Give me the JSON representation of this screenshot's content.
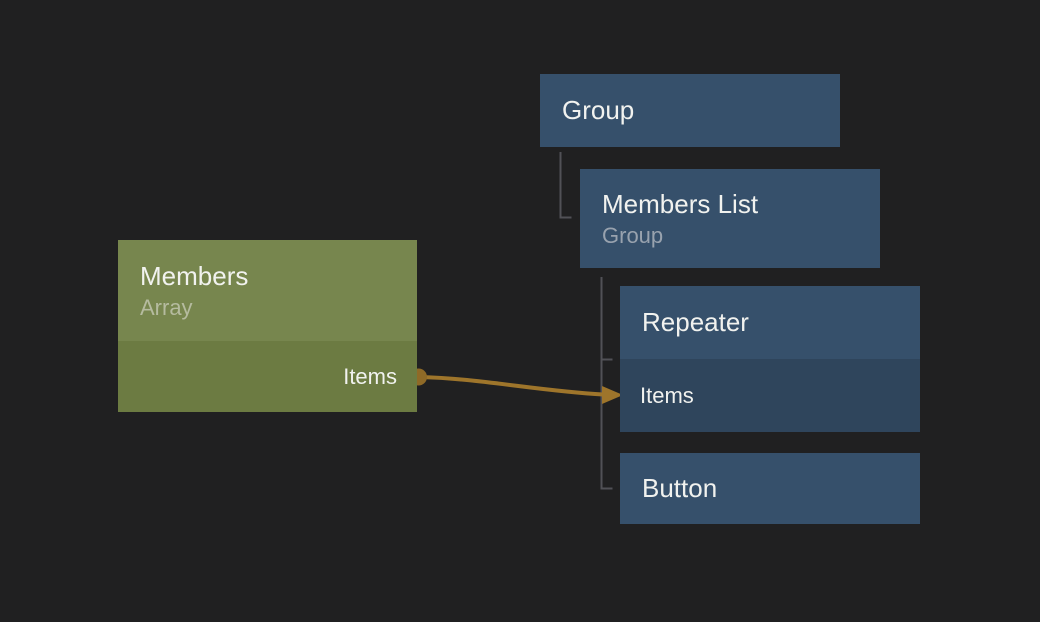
{
  "colors": {
    "background": "#202021",
    "node_blue": "#36506b",
    "node_blue_dark": "#2f455c",
    "node_green": "#77864e",
    "node_green_dark": "#6c7b42",
    "title_text": "#f1f2ef",
    "subtitle_blue": "#98a2ae",
    "subtitle_green": "#b5bb9f",
    "wire": "#9e752b",
    "wire_dot": "#8f6a27",
    "tree_line": "#515156"
  },
  "nodes": {
    "group": {
      "title": "Group"
    },
    "members_list": {
      "title": "Members List",
      "subtitle": "Group"
    },
    "repeater": {
      "title": "Repeater",
      "input_port": "Items"
    },
    "button": {
      "title": "Button"
    },
    "members": {
      "title": "Members",
      "subtitle": "Array",
      "output_port": "Items"
    }
  },
  "connection": {
    "from_node": "Members",
    "from_port": "Items",
    "to_node": "Repeater",
    "to_port": "Items"
  }
}
